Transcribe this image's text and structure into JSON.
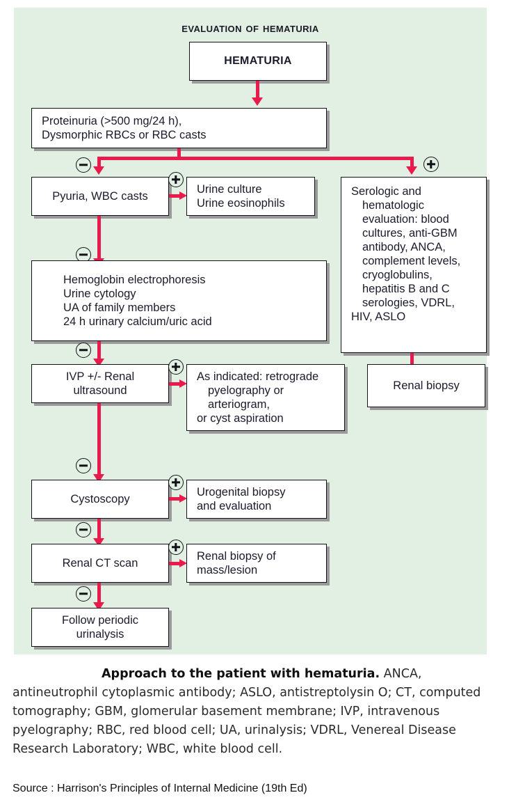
{
  "title": "Evaluation of Hematuria",
  "colors": {
    "panel_bg": "#e2efe3",
    "connector": "#eb1a4c",
    "box_border": "#111118",
    "box_fill": "#ffffff",
    "shadow": "#9a9a9a"
  },
  "nodes": {
    "hematuria": "HEMATURIA",
    "proteinuria": "Proteinuria (>500 mg/24 h),\nDysmorphic RBCs or RBC casts",
    "proteinuria_l1": "Proteinuria (>500 mg/24 h),",
    "proteinuria_l2": "Dysmorphic RBCs or RBC casts",
    "pyuria": "Pyuria, WBC casts",
    "urine_culture_l1": "Urine culture",
    "urine_culture_l2": "Urine eosinophils",
    "serologic_l1": "Serologic and",
    "serologic_l2": "hematologic",
    "serologic_l3": "evaluation: blood",
    "serologic_l4": "cultures, anti-GBM",
    "serologic_l5": "antibody, ANCA,",
    "serologic_l6": "complement levels,",
    "serologic_l7": "cryoglobulins,",
    "serologic_l8": "hepatitis B and C",
    "serologic_l9": "serologies, VDRL,",
    "serologic_l10": "HIV, ASLO",
    "hemoglobin_l1": "Hemoglobin electrophoresis",
    "hemoglobin_l2": "Urine cytology",
    "hemoglobin_l3": "UA of family members",
    "hemoglobin_l4": "24 h urinary calcium/uric acid",
    "renal_biopsy": "Renal biopsy",
    "ivp_l1": "IVP +/- Renal",
    "ivp_l2": "ultrasound",
    "as_indicated_l1": "As indicated: retrograde",
    "as_indicated_l2": "pyelography or",
    "as_indicated_l3": "arteriogram,",
    "as_indicated_l4": "or cyst aspiration",
    "cystoscopy": "Cystoscopy",
    "urogenital_l1": "Urogenital biopsy",
    "urogenital_l2": "and evaluation",
    "renal_ct": "Renal CT scan",
    "renal_biopsy_mass_l1": "Renal biopsy of",
    "renal_biopsy_mass_l2": "mass/lesion",
    "follow_l1": "Follow periodic",
    "follow_l2": "urinalysis"
  },
  "markers": {
    "minus": "minus-sign",
    "plus": "plus-sign"
  },
  "caption": {
    "lead": "Approach to the patient with hematuria.",
    "body": " ANCA, antineutrophil cytoplasmic antibody; ASLO, antistreptolysin O; CT, computed tomography; GBM, glomerular basement membrane; IVP, intravenous pyelography; RBC, red blood cell; UA, urinalysis; VDRL, Venereal Disease Research Laboratory; WBC, white blood cell."
  },
  "source": "Source : Harrison's Principles of Internal Medicine (19th Ed)"
}
